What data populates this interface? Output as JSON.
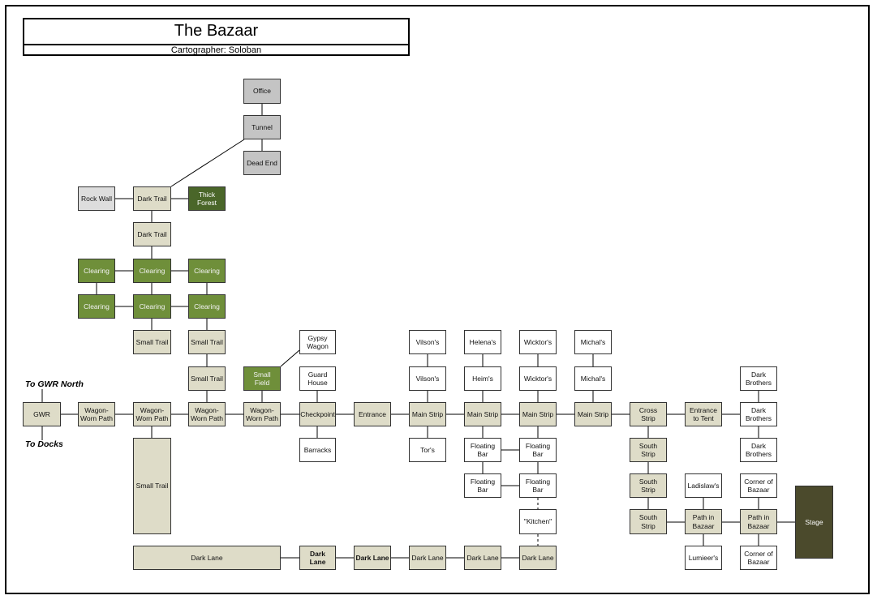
{
  "map": {
    "title": "The Bazaar",
    "cartographer": "Cartographer: Soloban",
    "exit_labels": {
      "north": "To GWR North",
      "docks": "To Docks"
    }
  },
  "colors": {
    "path": "#dedcc8",
    "indoor": "#c4c4c4",
    "rock": "#dddddd",
    "building": "#ffffff",
    "clearing": "#6f8f3a",
    "forest": "#4a6629",
    "stage": "#4b4a2c"
  },
  "rooms": {
    "office": "Office",
    "tunnel": "Tunnel",
    "dead_end": "Dead End",
    "rock_wall": "Rock Wall",
    "dark_trail_1": "Dark Trail",
    "thick_forest": "Thick Forest",
    "dark_trail_2": "Dark Trail",
    "clearing_1": "Clearing",
    "clearing_2": "Clearing",
    "clearing_3": "Clearing",
    "clearing_4": "Clearing",
    "clearing_5": "Clearing",
    "clearing_6": "Clearing",
    "small_trail_1": "Small Trail",
    "small_trail_2": "Small Trail",
    "small_trail_3": "Small Trail",
    "gypsy_wagon": "Gypsy Wagon",
    "small_field": "Small Field",
    "guard_house": "Guard House",
    "vilson_1": "Vilson's",
    "vilson_2": "Vilson's",
    "helena": "Helena's",
    "heim": "Heim's",
    "wicktor_1": "Wicktor's",
    "wicktor_2": "Wicktor's",
    "michal_1": "Michal's",
    "michal_2": "Michal's",
    "dark_brothers_1": "Dark Brothers",
    "dark_brothers_2": "Dark Brothers",
    "dark_brothers_3": "Dark Brothers",
    "gwr": "GWR",
    "wagon_path_1": "Wagon-Worn Path",
    "wagon_path_2": "Wagon-Worn Path",
    "wagon_path_3": "Wagon-Worn Path",
    "wagon_path_4": "Wagon-Worn Path",
    "checkpoint": "Checkpoint",
    "entrance": "Entrance",
    "main_strip_1": "Main Strip",
    "main_strip_2": "Main Strip",
    "main_strip_3": "Main Strip",
    "main_strip_4": "Main Strip",
    "cross_strip": "Cross Strip",
    "entrance_tent": "Entrance to Tent",
    "barracks": "Barracks",
    "tor": "Tor's",
    "floating_bar_1": "Floating Bar",
    "floating_bar_2": "Floating Bar",
    "floating_bar_3": "Floating Bar",
    "floating_bar_4": "Floating Bar",
    "south_strip_1": "South Strip",
    "south_strip_2": "South Strip",
    "south_strip_3": "South Strip",
    "small_trail_long": "Small Trail",
    "ladislaw": "Ladislaw's",
    "corner_1": "Corner of Bazaar",
    "kitchen": "\"Kitchen\"",
    "path_bazaar_1": "Path in Bazaar",
    "path_bazaar_2": "Path in Bazaar",
    "stage": "Stage",
    "lumieer": "Lumieer's",
    "corner_2": "Corner of Bazaar",
    "dark_lane_long": "Dark Lane",
    "dark_lane_1": "Dark Lane",
    "dark_lane_2": "Dark Lane",
    "dark_lane_3": "Dark Lane",
    "dark_lane_4": "Dark Lane",
    "dark_lane_5": "Dark Lane"
  }
}
